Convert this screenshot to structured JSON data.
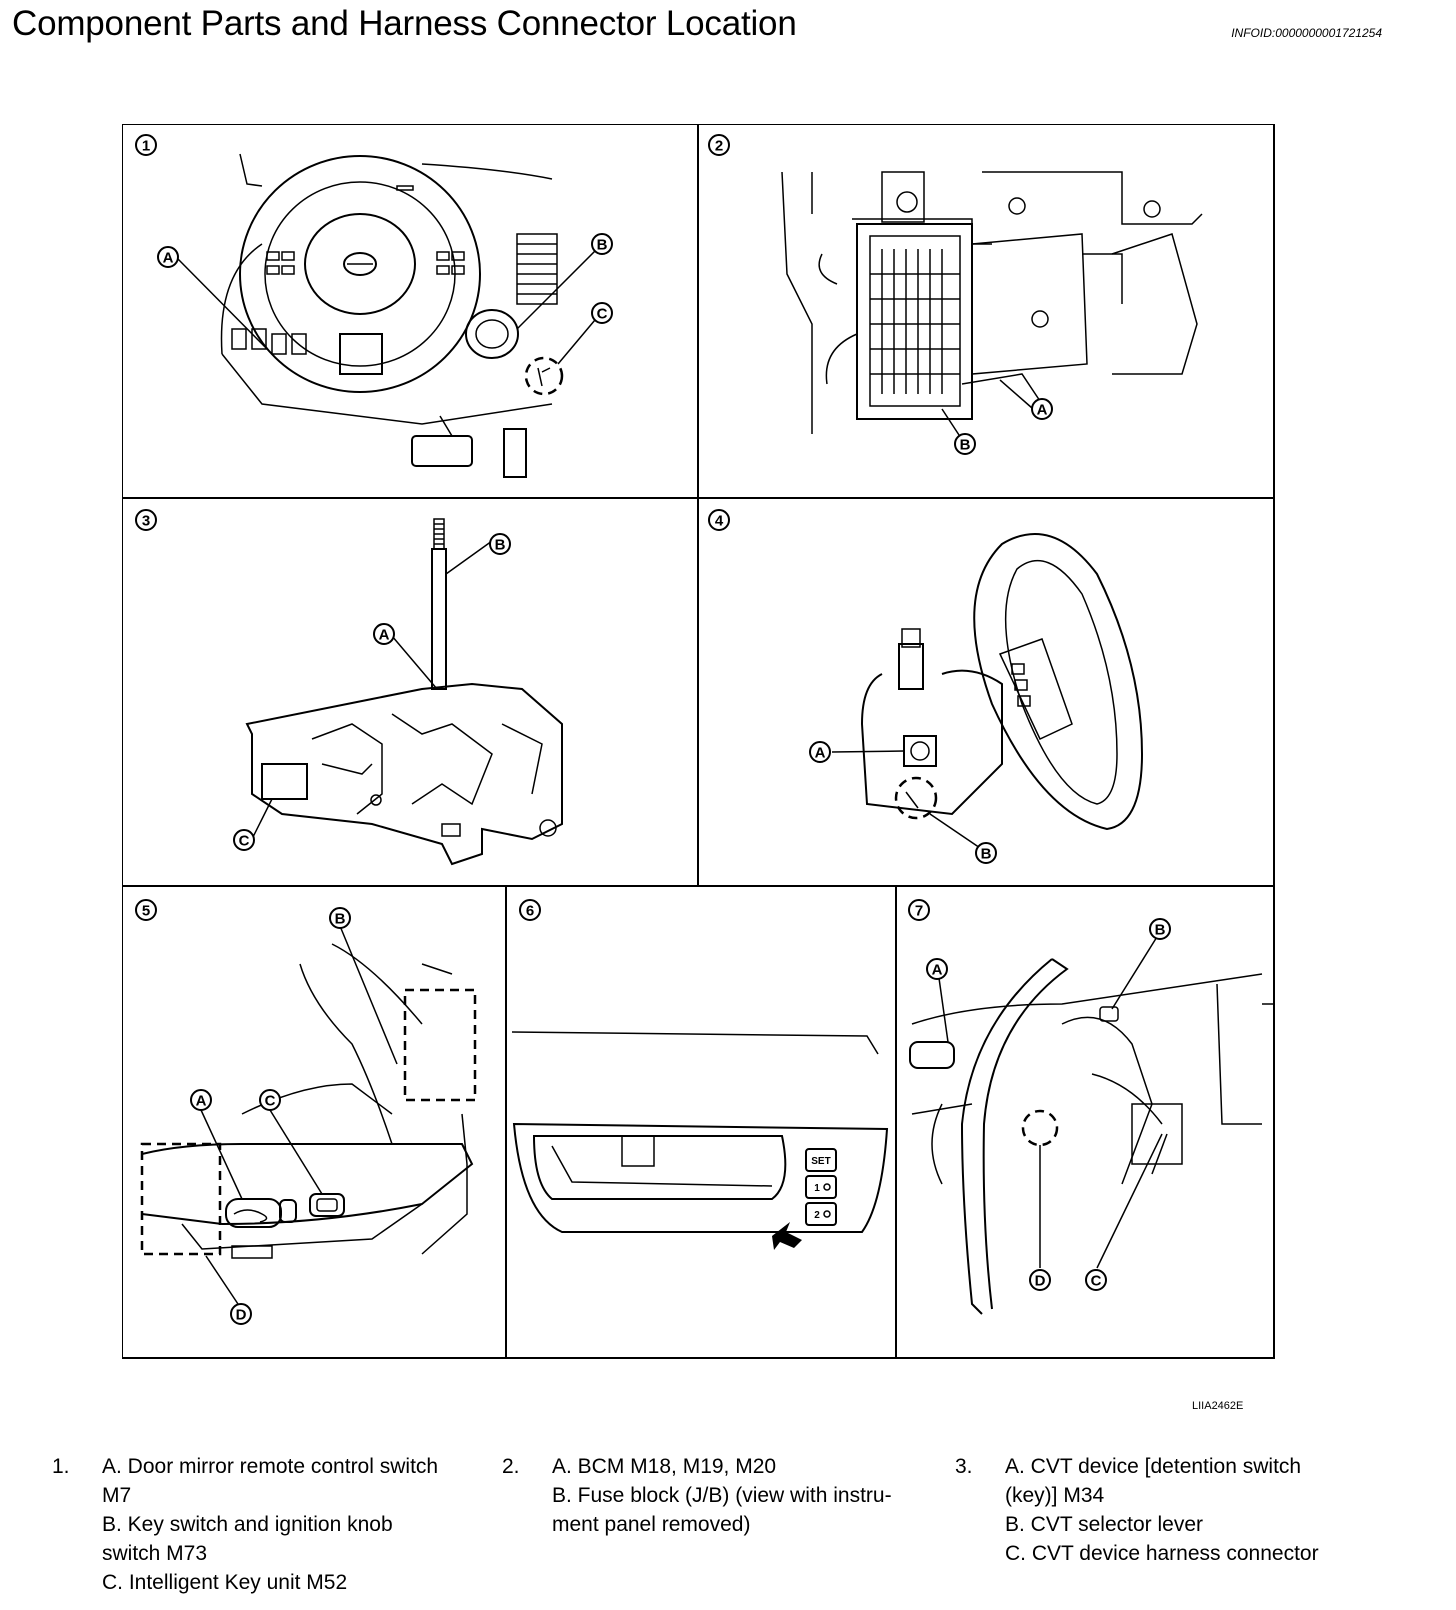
{
  "header": {
    "title": "Component Parts and Harness Connector Location",
    "info_id": "INFOID:0000000001721254"
  },
  "figure": {
    "code": "LIIA2462E",
    "panels": [
      {
        "number": "1",
        "callouts": [
          "A",
          "B",
          "C"
        ]
      },
      {
        "number": "2",
        "callouts": [
          "A",
          "B"
        ]
      },
      {
        "number": "3",
        "callouts": [
          "A",
          "B",
          "C"
        ]
      },
      {
        "number": "4",
        "callouts": [
          "A",
          "B"
        ]
      },
      {
        "number": "5",
        "callouts": [
          "A",
          "B",
          "C",
          "D"
        ]
      },
      {
        "number": "6",
        "callouts": [],
        "buttons": [
          "SET",
          "1",
          "2"
        ]
      },
      {
        "number": "7",
        "callouts": [
          "A",
          "B",
          "C",
          "D"
        ]
      }
    ]
  },
  "legend": [
    {
      "number": "1.",
      "lines": [
        "A. Door mirror remote control switch",
        "M7",
        "B. Key switch and ignition knob",
        "switch M73",
        "C. Intelligent Key unit M52"
      ]
    },
    {
      "number": "2.",
      "lines": [
        "A. BCM M18, M19, M20",
        "B. Fuse block (J/B) (view with instru-",
        "ment panel removed)"
      ]
    },
    {
      "number": "3.",
      "lines": [
        "A. CVT device [detention switch",
        "(key)] M34",
        "B. CVT selector lever",
        "C. CVT device harness connector"
      ]
    }
  ]
}
